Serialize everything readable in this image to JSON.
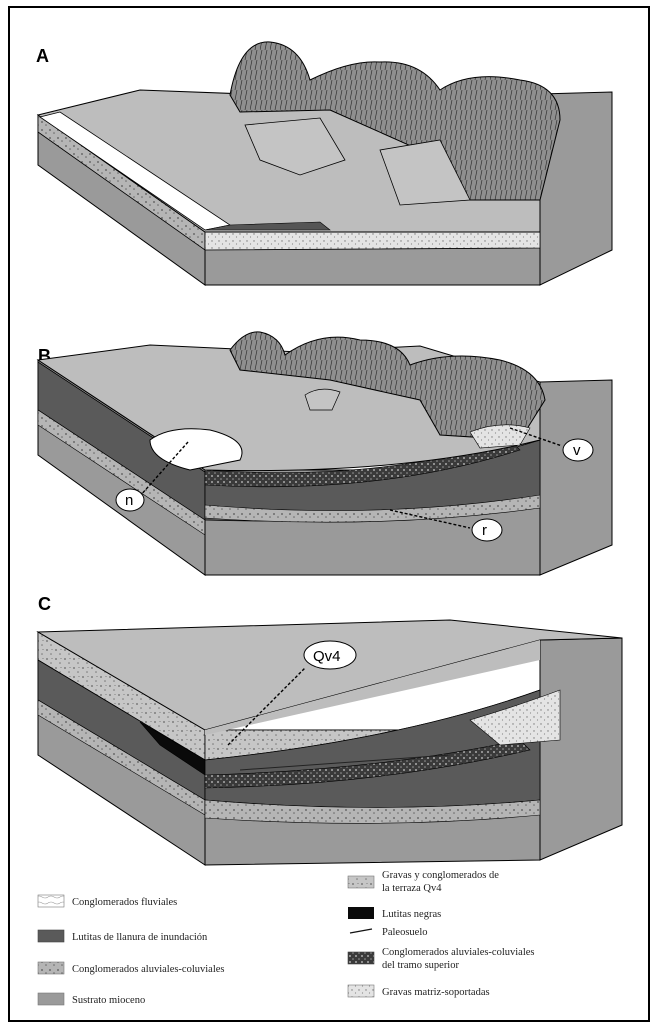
{
  "panels": [
    {
      "label": "A"
    },
    {
      "label": "B"
    },
    {
      "label": "C"
    }
  ],
  "callouts": {
    "n": "n",
    "v": "v",
    "r": "r",
    "qv4": "Qv4"
  },
  "legend": {
    "left": [
      {
        "label": "Conglomerados fluviales",
        "pattern": "fluvial"
      },
      {
        "label": "Lutitas de llanura de inundación",
        "pattern": "lutitas"
      },
      {
        "label": "Conglomerados aluviales-coluviales",
        "pattern": "aluvial"
      },
      {
        "label": "Sustrato mioceno",
        "pattern": "sustrato"
      }
    ],
    "right": [
      {
        "label_lines": [
          "Gravas y conglomerados de",
          "la terraza Qv4"
        ],
        "pattern": "qv4"
      },
      {
        "label_lines": [
          "Lutitas negras"
        ],
        "pattern": "negras"
      },
      {
        "label_lines": [
          "Paleosuelo"
        ],
        "pattern": "paleosuelo"
      },
      {
        "label_lines": [
          "Conglomerados aluviales-coluviales",
          "del tramo superior"
        ],
        "pattern": "superior"
      },
      {
        "label_lines": [
          "Gravas matriz-soportadas"
        ],
        "pattern": "matriz"
      }
    ]
  },
  "colors": {
    "sustrato": "#9a9a9a",
    "lutitas": "#5a5a5a",
    "surface": "#bdbdbd",
    "hills": "#8e8e8e",
    "negras": "#0a0a0a",
    "qv4": "#c4c4c4"
  }
}
